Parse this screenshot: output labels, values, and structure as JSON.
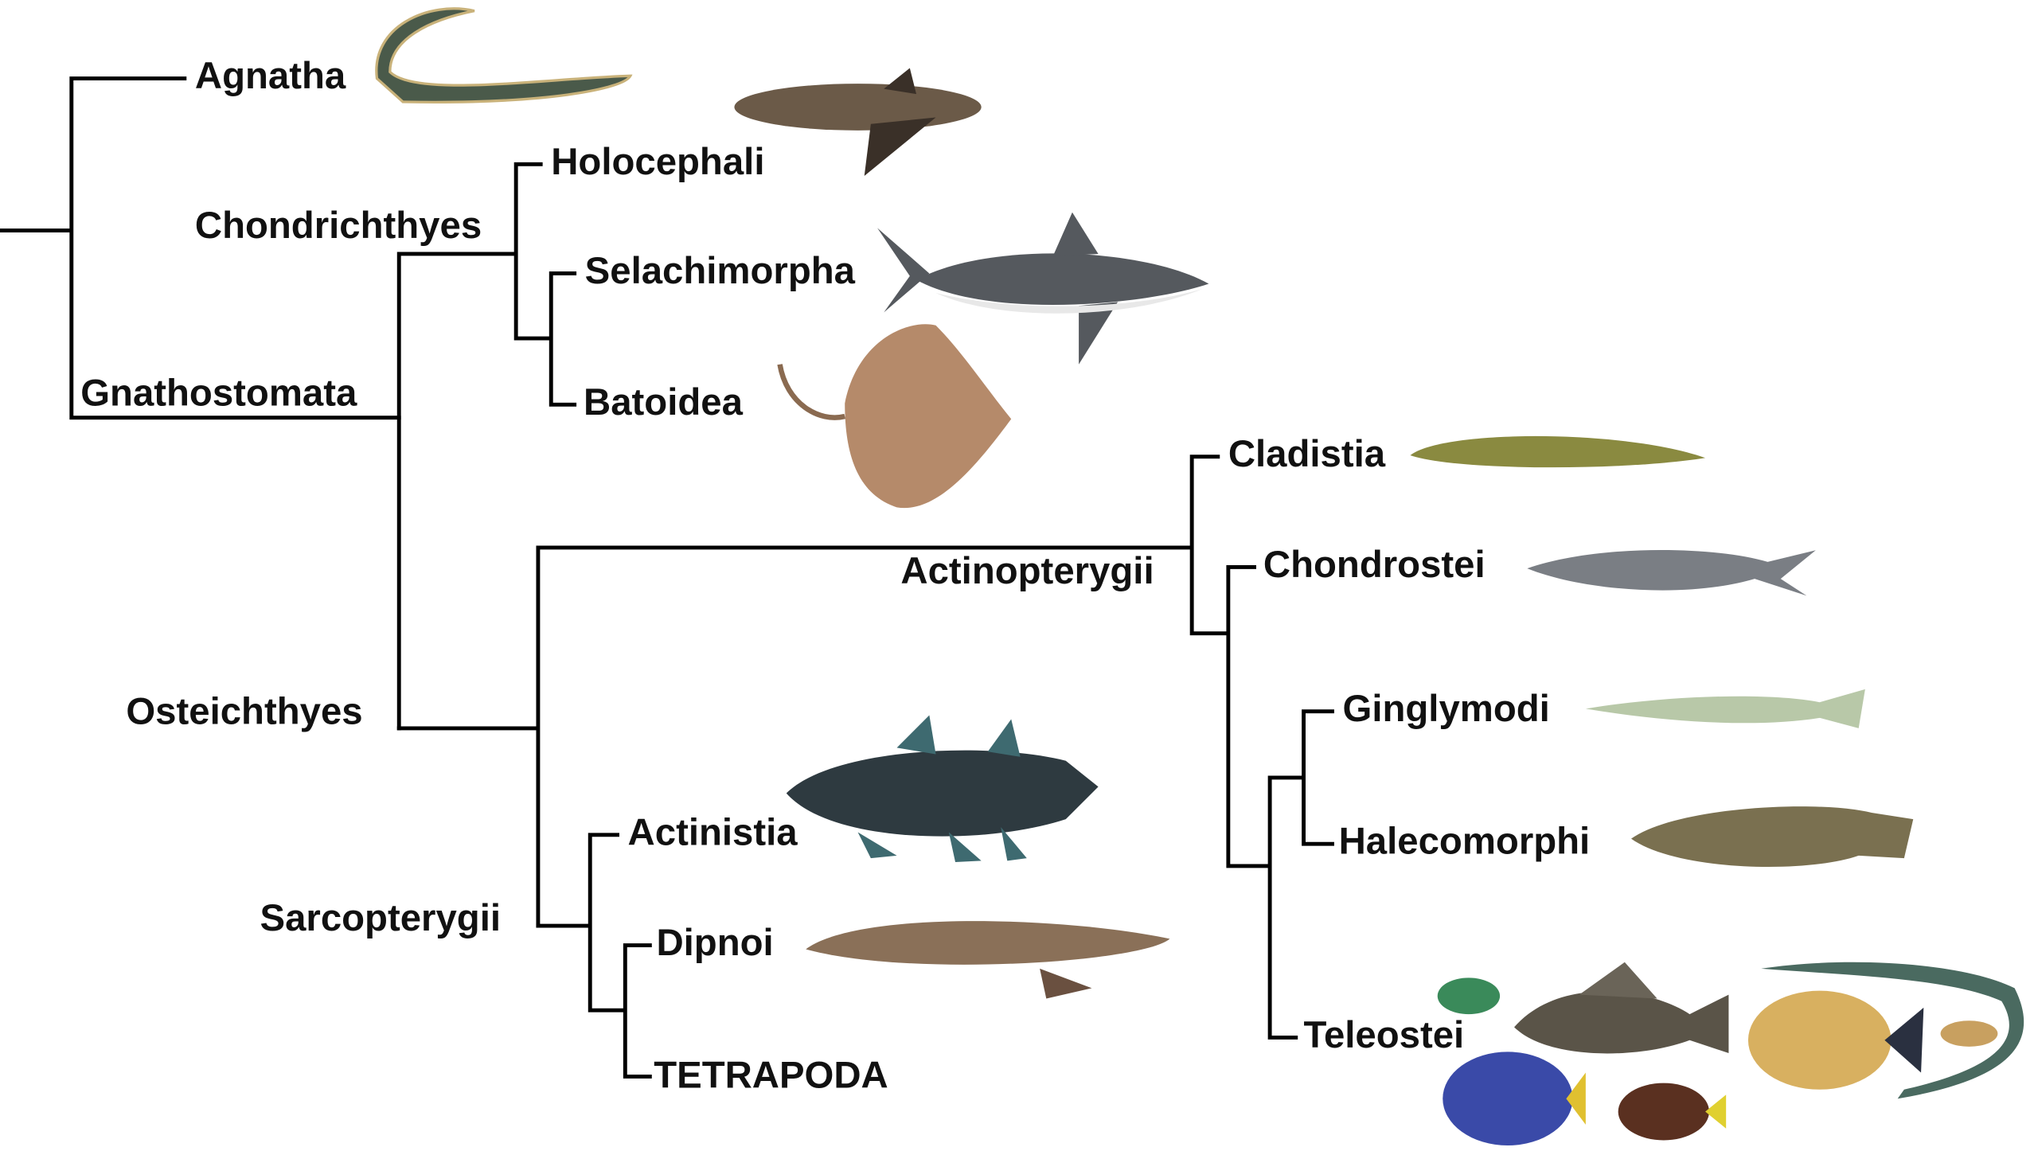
{
  "title": "Phylogeny of fishes",
  "taxa": {
    "agnatha": "Agnatha",
    "gnathostomata": "Gnathostomata",
    "chondrichthyes": "Chondrichthyes",
    "holocephali": "Holocephali",
    "selachimorpha": "Selachimorpha",
    "batoidea": "Batoidea",
    "osteichthyes": "Osteichthyes",
    "actinopterygii": "Actinopterygii",
    "cladistia": "Cladistia",
    "chondrostei": "Chondrostei",
    "ginglymodi": "Ginglymodi",
    "halecomorphi": "Halecomorphi",
    "teleostei": "Teleostei",
    "sarcopterygii": "Sarcopterygii",
    "actinistia": "Actinistia",
    "dipnoi": "Dipnoi",
    "tetrapoda": "TETRAPODA"
  },
  "colors": {
    "lamprey": "#4a5a4a",
    "chimaera": "#6b5a48",
    "shark": "#55595e",
    "ray": "#b58a6a",
    "bichir": "#8a8a40",
    "sturgeon": "#7a7e84",
    "gar": "#b8c8a8",
    "bowfin": "#7a7050",
    "coelacanth": "#2e3a40",
    "lungfish": "#8a7058",
    "tang": "#3a4aa8",
    "teleost": "#d8b060"
  }
}
